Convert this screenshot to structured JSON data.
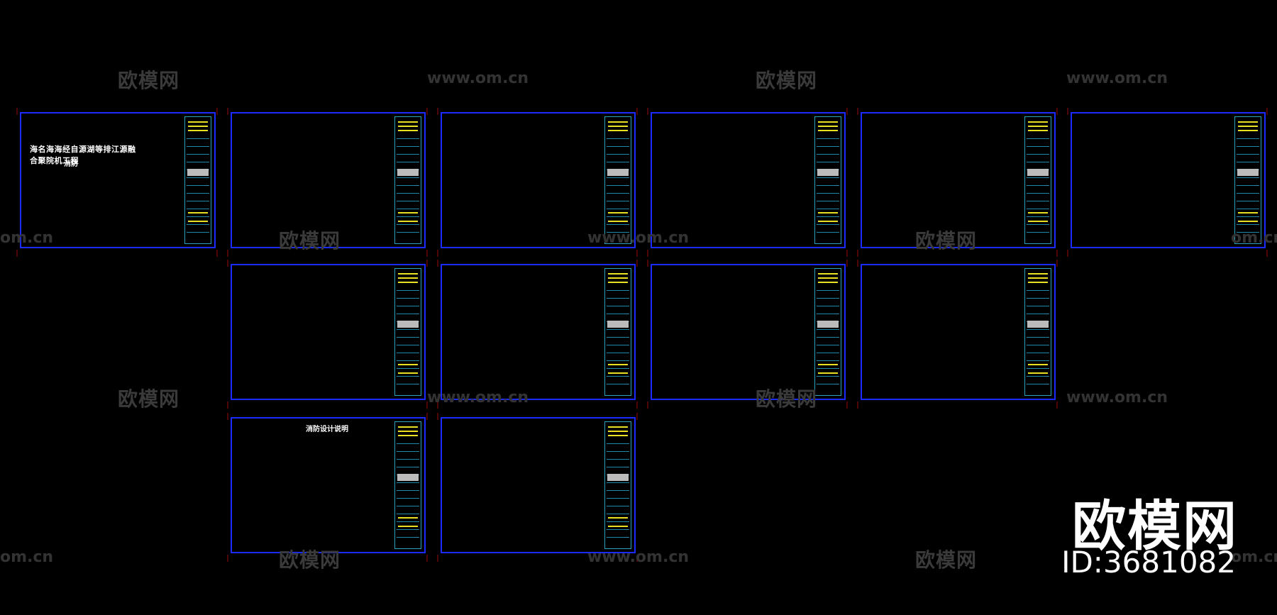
{
  "watermarks": {
    "brand": "欧模网",
    "url": "www.om.cn",
    "url_partial": "om.cn",
    "id_label": "ID:3681082"
  },
  "sheets": {
    "cover_title": "海名海海经自源湖等排江源融合聚院机工程",
    "cover_sub": "消防",
    "design_notes_heading": "消防设计说明"
  },
  "colors": {
    "sheet_border": "#1a2cff",
    "title_block": "#2b9fbd",
    "accent_yellow": "#e8e020",
    "crop_mark": "#9a0a0a",
    "note_text_yellow": "#dede3a",
    "note_text_red": "#e02020",
    "pipe_green": "#18e018",
    "pipe_magenta": "#e020e0",
    "hatch_grey": "#8a8a8a"
  },
  "icons": [
    "fire-hydrant-symbol-icon"
  ]
}
